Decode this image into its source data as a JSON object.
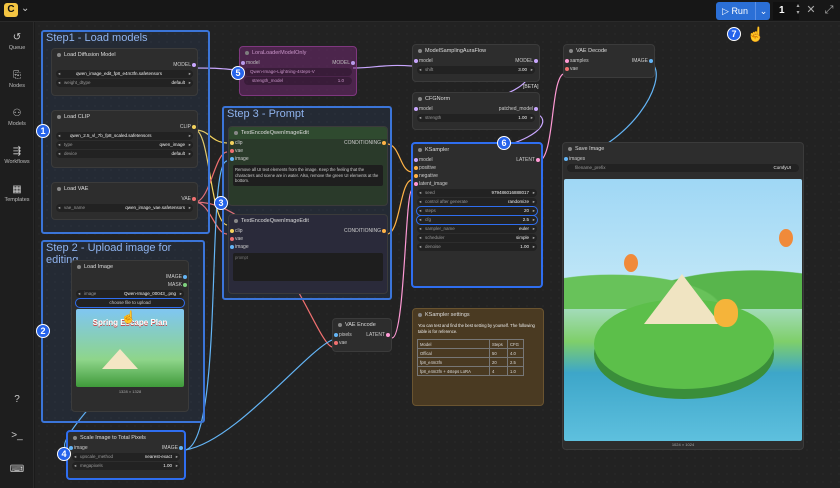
{
  "topbar": {
    "logo_icon": "comfy-logo",
    "run_label": "Run",
    "queue_count": "1"
  },
  "sidebar": {
    "items": [
      {
        "label": "Queue",
        "icon": "history-icon"
      },
      {
        "label": "Nodes",
        "icon": "nodes-icon"
      },
      {
        "label": "Models",
        "icon": "models-icon"
      },
      {
        "label": "Workflows",
        "icon": "workflows-icon"
      },
      {
        "label": "Templates",
        "icon": "templates-icon"
      }
    ]
  },
  "groups": {
    "step1": "Step1 - Load models",
    "step2": "Step 2 - Upload image for editing",
    "step3": "Step 3 - Prompt"
  },
  "badges": [
    "1",
    "2",
    "3",
    "4",
    "5",
    "6",
    "7"
  ],
  "nodes": {
    "load_diffusion": {
      "title": "Load Diffusion Model",
      "output": "MODEL",
      "unet_name": "qwen_image_edit_fp8_e4m3fn.safetensors",
      "weight_dtype_label": "weight_dtype",
      "weight_dtype": "default"
    },
    "load_clip": {
      "title": "Load CLIP",
      "output": "CLIP",
      "clip_name": "qwen_2.5_vl_7b_fp8_scaled.safetensors",
      "type_label": "type",
      "type": "qwen_image",
      "device_label": "device",
      "device": "default"
    },
    "load_vae": {
      "title": "Load VAE",
      "output": "VAE",
      "vae_label": "vae_name",
      "vae_name": "qwen_image_vae.safetensors"
    },
    "load_image": {
      "title": "Load Image",
      "out_image": "IMAGE",
      "out_mask": "MASK",
      "image_label": "image",
      "image_value": "Qwen-Image_00043_.png",
      "upload_label": "choose file to upload",
      "poster_title": "Spring Escape Plan",
      "size": "1328 × 1328"
    },
    "scale_image": {
      "title": "Scale Image to Total Pixels",
      "in_image": "image",
      "out_image": "IMAGE",
      "method_label": "upscale_method",
      "method": "nearest-exact",
      "mp_label": "megapixels",
      "mp": "1.00"
    },
    "lora": {
      "title": "LoraLoaderModelOnly",
      "model_in": "model",
      "model_out": "MODEL",
      "lora_label": "lora_name",
      "lora_value": "Qwen-Image-Lightning-4steps-V",
      "strength_label": "strength_model",
      "strength_value": "1.0"
    },
    "te_pos": {
      "title": "TextEncodeQwenImageEdit",
      "clip": "clip",
      "vae": "vae",
      "image": "image",
      "output": "CONDITIONING",
      "prompt": "Remove all UI text elements from the image. Keep the feeling that the characters and scene are in water. Also, remove the green UI elements at the bottom."
    },
    "te_neg": {
      "title": "TextEncodeQwenImageEdit",
      "clip": "clip",
      "vae": "vae",
      "image": "image",
      "output": "CONDITIONING",
      "placeholder": "prompt"
    },
    "model_sampling": {
      "title": "ModelSamplingAuraFlow",
      "model_in": "model",
      "model_out": "MODEL",
      "shift_label": "shift",
      "shift": "3.00"
    },
    "cfgnorm": {
      "title": "CFGNorm",
      "model_in": "model",
      "model_out": "patched_model",
      "strength_label": "strength",
      "strength": "1.00",
      "beta": "[BETA]"
    },
    "ksampler": {
      "title": "KSampler",
      "model": "model",
      "positive": "positive",
      "negative": "negative",
      "latent_image": "latent_image",
      "output": "LATENT",
      "seed_label": "seed",
      "seed": "979486016888017",
      "control_label": "control after generate",
      "control": "randomize",
      "steps_label": "steps",
      "steps": "20",
      "cfg_label": "cfg",
      "cfg": "2.5",
      "sampler_label": "sampler_name",
      "sampler": "euler",
      "scheduler_label": "scheduler",
      "scheduler": "simple",
      "denoise_label": "denoise",
      "denoise": "1.00"
    },
    "vae_encode": {
      "title": "VAE Encode",
      "pixels": "pixels",
      "vae": "vae",
      "output": "LATENT"
    },
    "vae_decode": {
      "title": "VAE Decode",
      "samples": "samples",
      "vae": "vae",
      "output": "IMAGE"
    },
    "save_image": {
      "title": "Save Image",
      "images": "images",
      "prefix_label": "filename_prefix",
      "prefix": "ComfyUI",
      "size": "1024 × 1024"
    },
    "ksampler_settings": {
      "title": "KSampler settings",
      "note": "You can test and find the best setting by yourself. The following table is for reference.",
      "headers": [
        "Model",
        "Steps",
        "CFG"
      ],
      "rows": [
        [
          "Offical",
          "50",
          "4.0"
        ],
        [
          "fp8_e4m3fn",
          "20",
          "2.5"
        ],
        [
          "fp8_e4m3fn + 4steps LoRA",
          "4",
          "1.0"
        ]
      ]
    }
  },
  "colors": {
    "accent": "#2f6ef0",
    "group": "#3b75d9",
    "run": "#2b6fd6"
  }
}
